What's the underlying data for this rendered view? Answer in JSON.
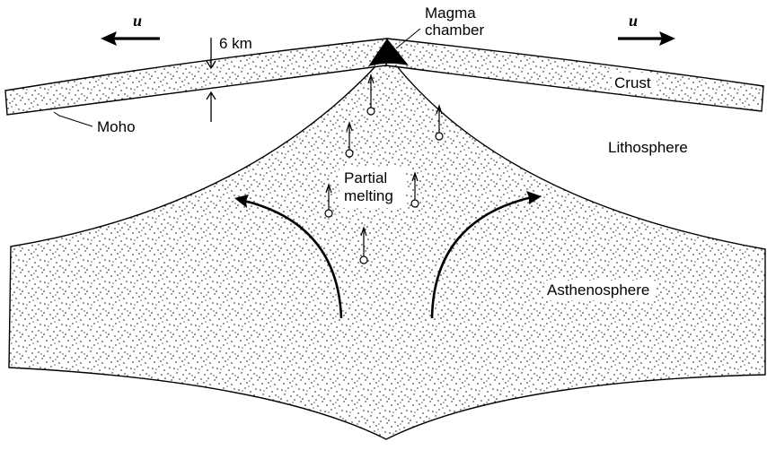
{
  "labels": {
    "magma_line1": "Magma",
    "magma_line2": "chamber",
    "crust": "Crust",
    "moho": "Moho",
    "thickness": "6 km",
    "lithosphere": "Lithosphere",
    "asthenosphere": "Asthenosphere",
    "partial_line1": "Partial",
    "partial_line2": "melting",
    "velocity_left": "u",
    "velocity_right": "u"
  },
  "colors": {
    "ink": "#000000",
    "paper": "#ffffff"
  }
}
